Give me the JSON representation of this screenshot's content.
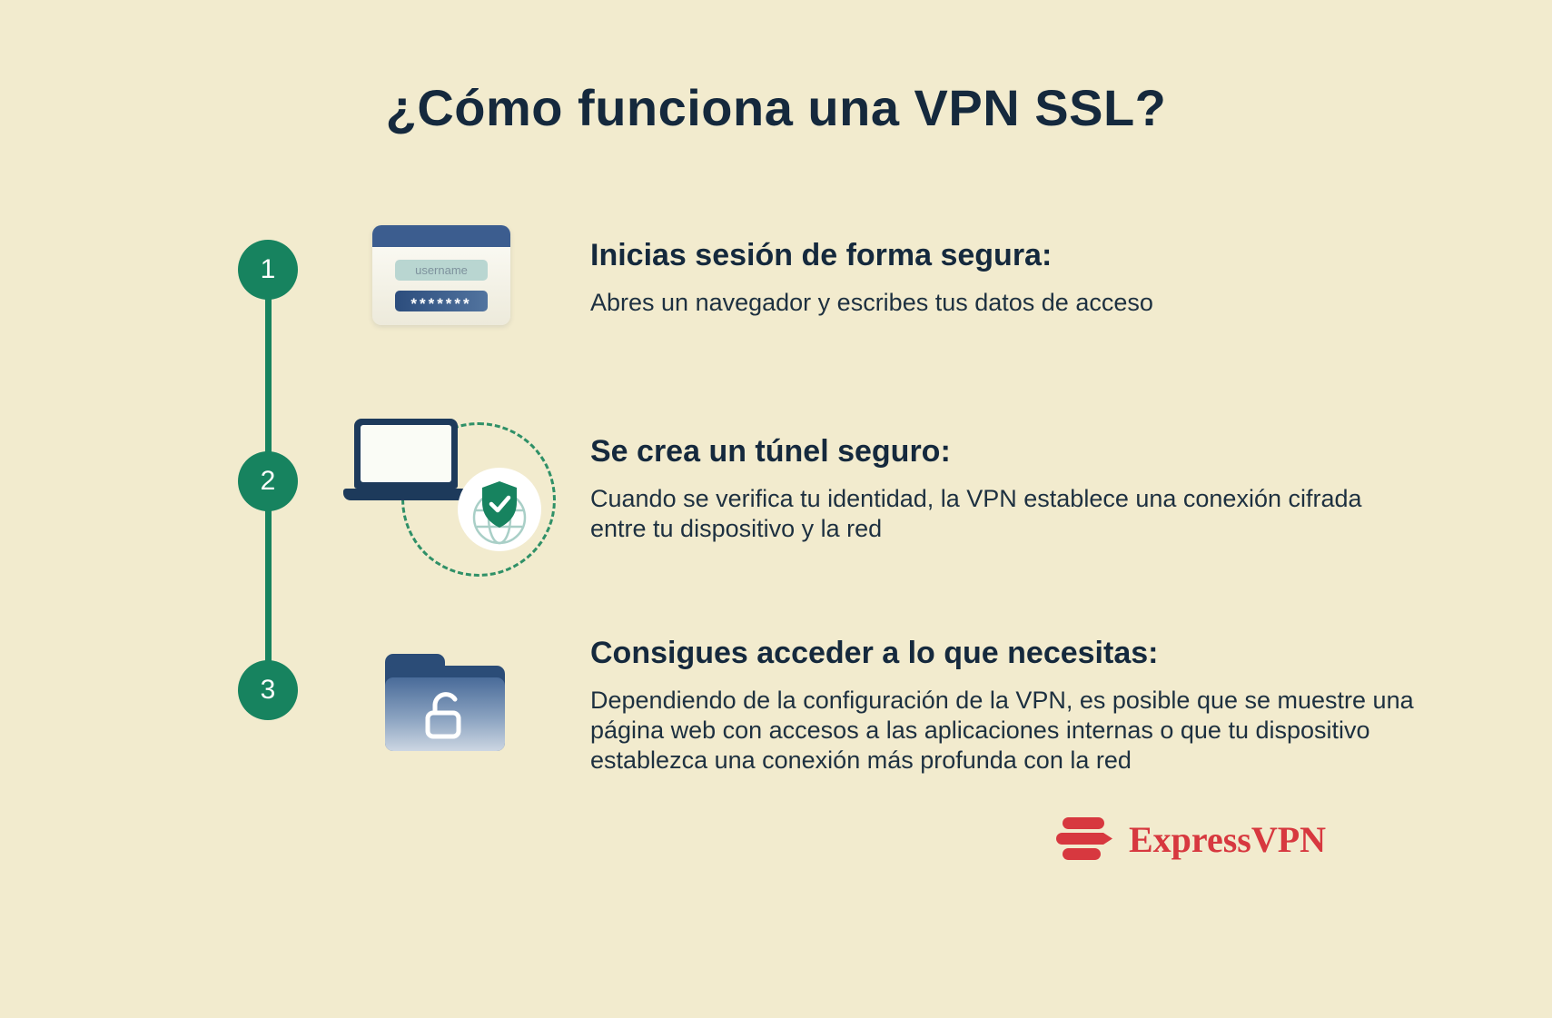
{
  "page": {
    "title": "¿Cómo funciona una VPN SSL?"
  },
  "steps": [
    {
      "number": "1",
      "heading": "Inicias sesión de forma segura:",
      "description": "Abres un navegador y escribes tus datos de acceso",
      "icon": "login-form-icon"
    },
    {
      "number": "2",
      "heading": "Se crea un túnel seguro:",
      "description": "Cuando se verifica tu identidad, la VPN establece una conexión cifrada entre tu dispositivo y la red",
      "icon": "laptop-secure-tunnel-icon"
    },
    {
      "number": "3",
      "heading": "Consigues acceder a lo que necesitas:",
      "description": "Dependiendo de la configuración de la VPN, es posible que se muestre una página web con accesos a las aplicaciones internas o que tu dispositivo establezca una conexión más profunda con la red",
      "icon": "folder-unlocked-icon"
    }
  ],
  "login_card": {
    "username_placeholder": "username",
    "password_mask": "*******"
  },
  "footer": {
    "brand": "ExpressVPN"
  },
  "colors": {
    "background": "#f2ebce",
    "accent_green": "#17835f",
    "text_dark": "#15293d",
    "brand_red": "#d7383f",
    "icon_navy": "#1d3a5b",
    "icon_blue": "#3c5d8f"
  }
}
